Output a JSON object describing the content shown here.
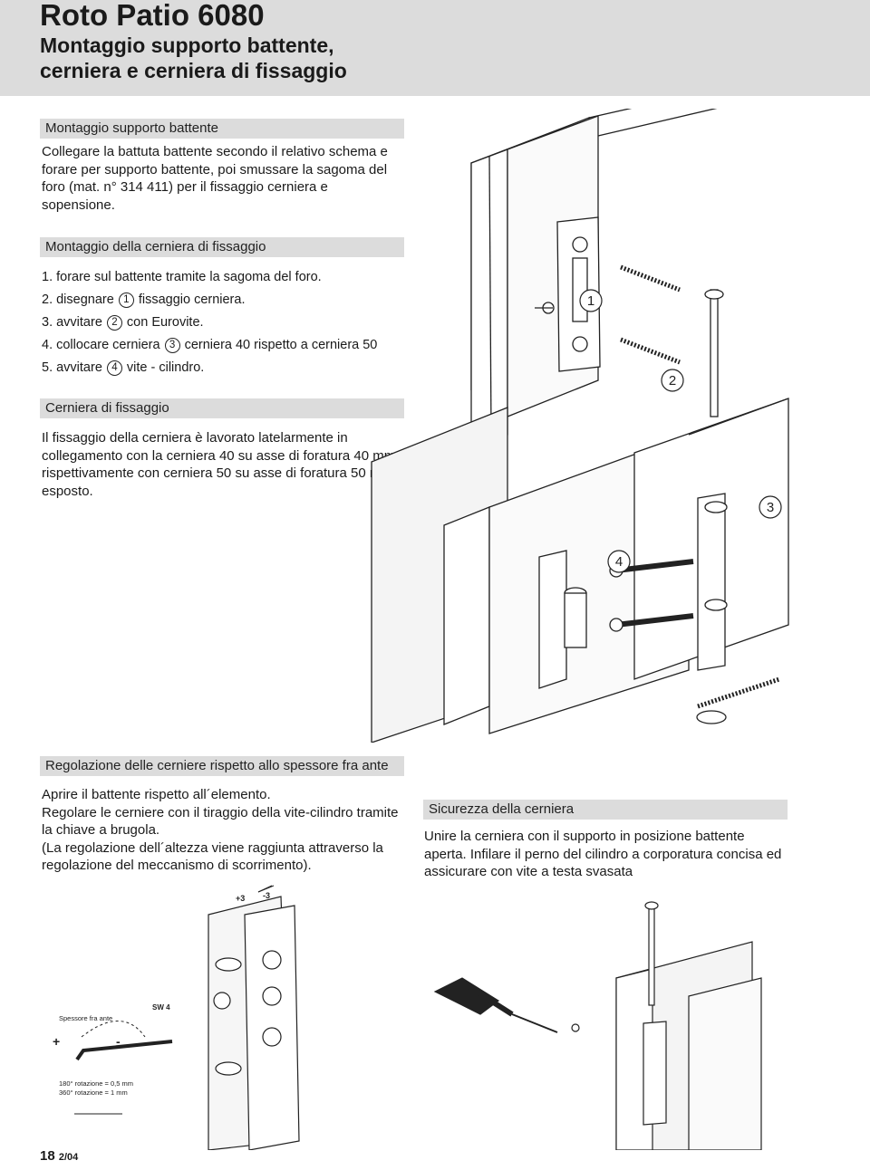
{
  "header": {
    "title": "Roto Patio 6080",
    "subtitle_line1": "Montaggio supporto battente,",
    "subtitle_line2": "cerniera e cerniera di fissaggio"
  },
  "section1": {
    "heading": "Montaggio supporto battente",
    "lines": [
      "Collegare la battuta battente secondo il relativo schema e",
      "forare per supporto battente, poi smussare la sagoma del",
      "foro (mat. n° 314 411) per il fissaggio cerniera e",
      "sopensione."
    ]
  },
  "section2": {
    "heading": "Montaggio della cerniera di fissaggio",
    "steps": [
      {
        "pre": "1. forare sul battente tramite la sagoma del foro.",
        "num": "",
        "post": ""
      },
      {
        "pre": "2. disegnare",
        "num": "1",
        "post": "fissaggio cerniera."
      },
      {
        "pre": "3. avvitare",
        "num": "2",
        "post": "con Eurovite."
      },
      {
        "pre": "4. collocare cerniera",
        "num": "3",
        "post": "cerniera 40 rispetto a cerniera 50"
      },
      {
        "pre": "5. avvitare",
        "num": "4",
        "post": "vite - cilindro."
      }
    ]
  },
  "section3": {
    "heading": "Cerniera di fissaggio",
    "lines": [
      "Il fissaggio della cerniera è lavorato latelarmente in",
      "collegamento con la cerniera 40 su asse di foratura 40 mm",
      "rispettivamente con cerniera 50 su asse di foratura 50 mm",
      "esposto."
    ]
  },
  "figure1": {
    "callouts": [
      "1",
      "2",
      "3",
      "4"
    ]
  },
  "section4": {
    "heading": "Regolazione delle cerniere rispetto allo spessore fra ante",
    "lines": [
      "Aprire il battente rispetto all´elemento.",
      "Regolare le cerniere con il tiraggio della vite-cilindro tramite",
      "la chiave a brugola.",
      "(La regolazione dell´altezza viene raggiunta attraverso la",
      "regolazione del meccanismo di scorrimento)."
    ]
  },
  "section5": {
    "heading": "Sicurezza della cerniera",
    "lines": [
      "Unire la cerniera con il supporto in posizione battente",
      "aperta. Infilare il perno del cilindro a corporatura concisa ed",
      "assicurare con vite a testa svasata"
    ]
  },
  "figure2": {
    "plus3": "+3",
    "minus3": "-3",
    "spessore": "Spessore fra ante",
    "plus": "+",
    "minus": "-",
    "sw": "SW 4",
    "rot1": "180° rotazione = 0,5 mm",
    "rot2": "360° rotazione = 1 mm"
  },
  "footer": {
    "page": "18",
    "date": "2/04"
  }
}
